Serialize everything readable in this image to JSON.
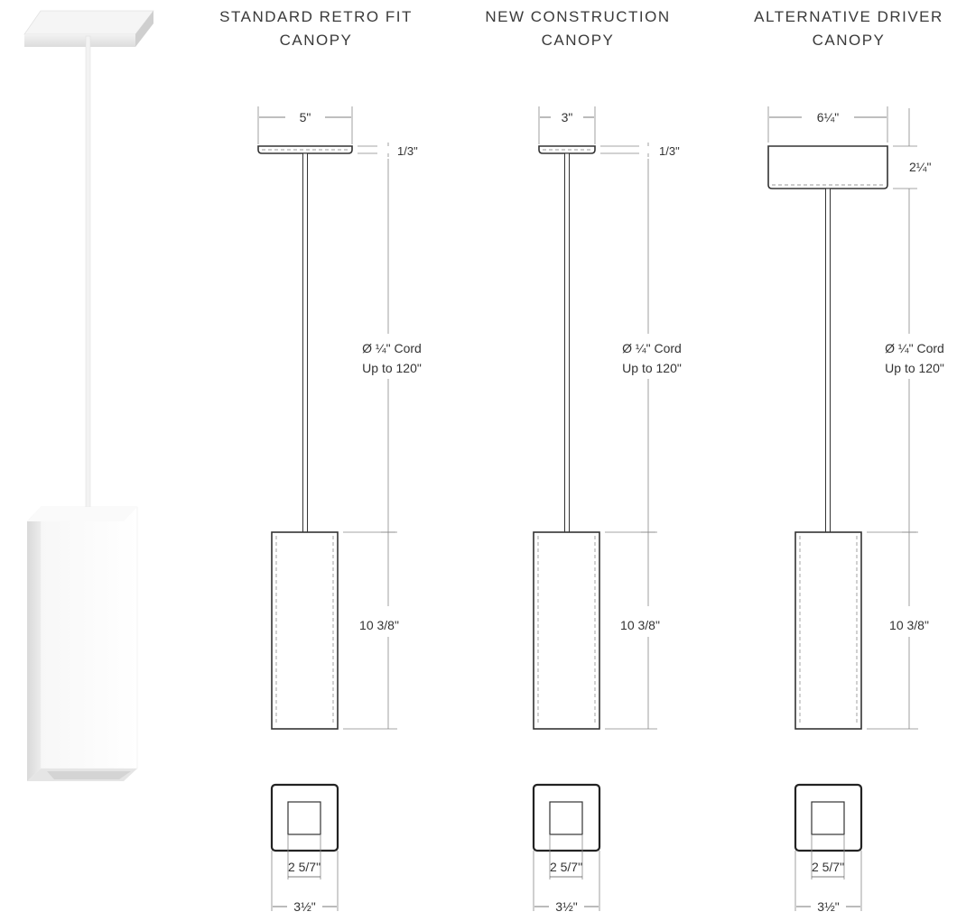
{
  "product_render": {
    "alt": ""
  },
  "variants": [
    {
      "title_line1": "STANDARD RETRO FIT",
      "title_line2": "CANOPY",
      "canopy_width": "5\"",
      "canopy_height_label": "1/3\"",
      "cord_line1": "Ø ¼\" Cord",
      "cord_line2": "Up to 120\"",
      "body_height": "10 3/8\"",
      "inner_width": "2 5/7\"",
      "outer_width": "3½\""
    },
    {
      "title_line1": "NEW CONSTRUCTION",
      "title_line2": "CANOPY",
      "canopy_width": "3\"",
      "canopy_height_label": "1/3\"",
      "cord_line1": "Ø ¼\" Cord",
      "cord_line2": "Up to 120\"",
      "body_height": "10 3/8\"",
      "inner_width": "2 5/7\"",
      "outer_width": "3½\""
    },
    {
      "title_line1": "ALTERNATIVE DRIVER",
      "title_line2": "CANOPY",
      "canopy_width": "6¼\"",
      "canopy_height_label": "2¼\"",
      "cord_line1": "Ø ¼\" Cord",
      "cord_line2": "Up to 120\"",
      "body_height": "10 3/8\"",
      "inner_width": "2 5/7\"",
      "outer_width": "3½\""
    }
  ]
}
